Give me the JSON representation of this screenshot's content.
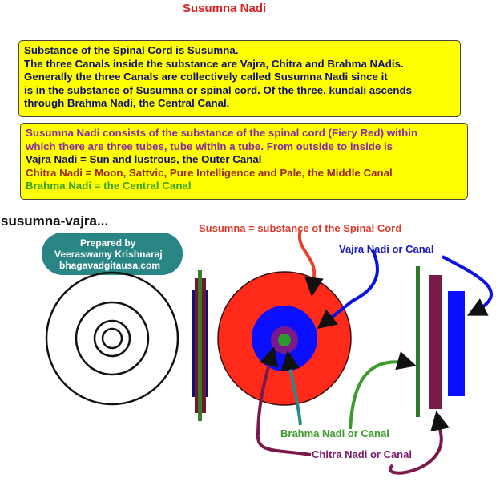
{
  "title": "Susumna Nadi",
  "box1": {
    "lines": [
      "Substance of the Spinal Cord is Susumna.",
      "The three Canals inside the substance are Vajra, Chitra and Brahma NAdis.",
      "Generally the three Canals are collectively called Susumna Nadi since it",
      "is in the substance of Susumna or spinal cord. Of the three, kundali ascends",
      "through Brahma Nadi, the Central Canal."
    ]
  },
  "box2": {
    "lines": [
      "Susumna Nadi consists of the substance of the spinal cord (Fiery Red) within",
      "which there are three tubes, tube within a tube. From outside to inside is",
      "Vajra Nadi = Sun and lustrous, the Outer Canal",
      "Chitra Nadi = Moon, Sattvic, Pure Intelligence and Pale, the Middle Canal",
      "Brahma Nadi = the Central Canal"
    ]
  },
  "caption": "susumna-vajra...",
  "credit": {
    "line1": "Prepared by",
    "line2": "Veeraswamy Krishnaraj",
    "line3": "bhagavadgitausa.com"
  },
  "labels": {
    "susumna": "Susumna = substance of the Spinal Cord",
    "vajra": "Vajra Nadi or Canal",
    "brahma": "Brahma Nadi or Canal",
    "chitra": "Chitra Nadi or Canal"
  },
  "colors": {
    "susumna": "#ff2a1a",
    "vajra": "#0000ff",
    "chitra": "#7a1a4a",
    "brahma": "#2a8a2a",
    "box": "#ffff00",
    "credit": "#2a8585"
  }
}
